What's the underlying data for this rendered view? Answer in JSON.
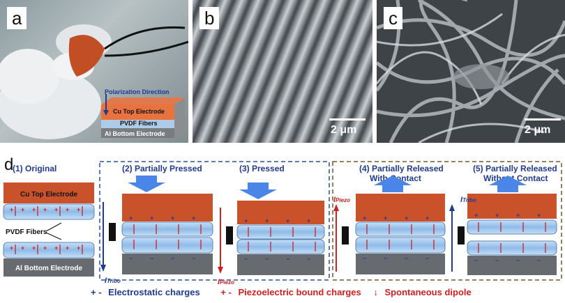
{
  "panels": {
    "a": {
      "letter": "a",
      "stack": {
        "polarization": "Polarization Direction",
        "top": "Cu Top Electrode",
        "middle": "PVDF Fibers",
        "bottom": "Al Bottom Electrode"
      }
    },
    "b": {
      "letter": "b",
      "scale": "2 μm"
    },
    "c": {
      "letter": "c",
      "scale": "2 μm"
    },
    "d": {
      "letter": "d",
      "states": [
        "(1) Original",
        "(2) Partially Pressed",
        "(3) Pressed",
        "(4) Partially Released",
        "With Contact",
        "(5) Partially Released",
        "Without Contact"
      ],
      "labels": {
        "cu_top": "Cu Top Electrode",
        "pvdf": "PVDF Fibers",
        "al_bottom": "Al Bottom Electrode"
      },
      "currents": {
        "i": "I",
        "tribo": "Tribo",
        "piezo": "Piezo"
      }
    }
  },
  "legend": {
    "electrostatic_symbols": "+ -",
    "electrostatic": "Electrostatic charges",
    "piezo_symbols": "+ -",
    "piezo": "Piezoelectric bound charges",
    "dipole_symbol": "↓",
    "dipole": "Spontaneous dipole"
  },
  "colors": {
    "copper": "#c9522b",
    "pvdf": "#a9ccf0",
    "aluminum": "#6b6e72",
    "navy": "#1f3a93",
    "red": "#d21f1f",
    "arrow_blue": "#4a86e8"
  }
}
